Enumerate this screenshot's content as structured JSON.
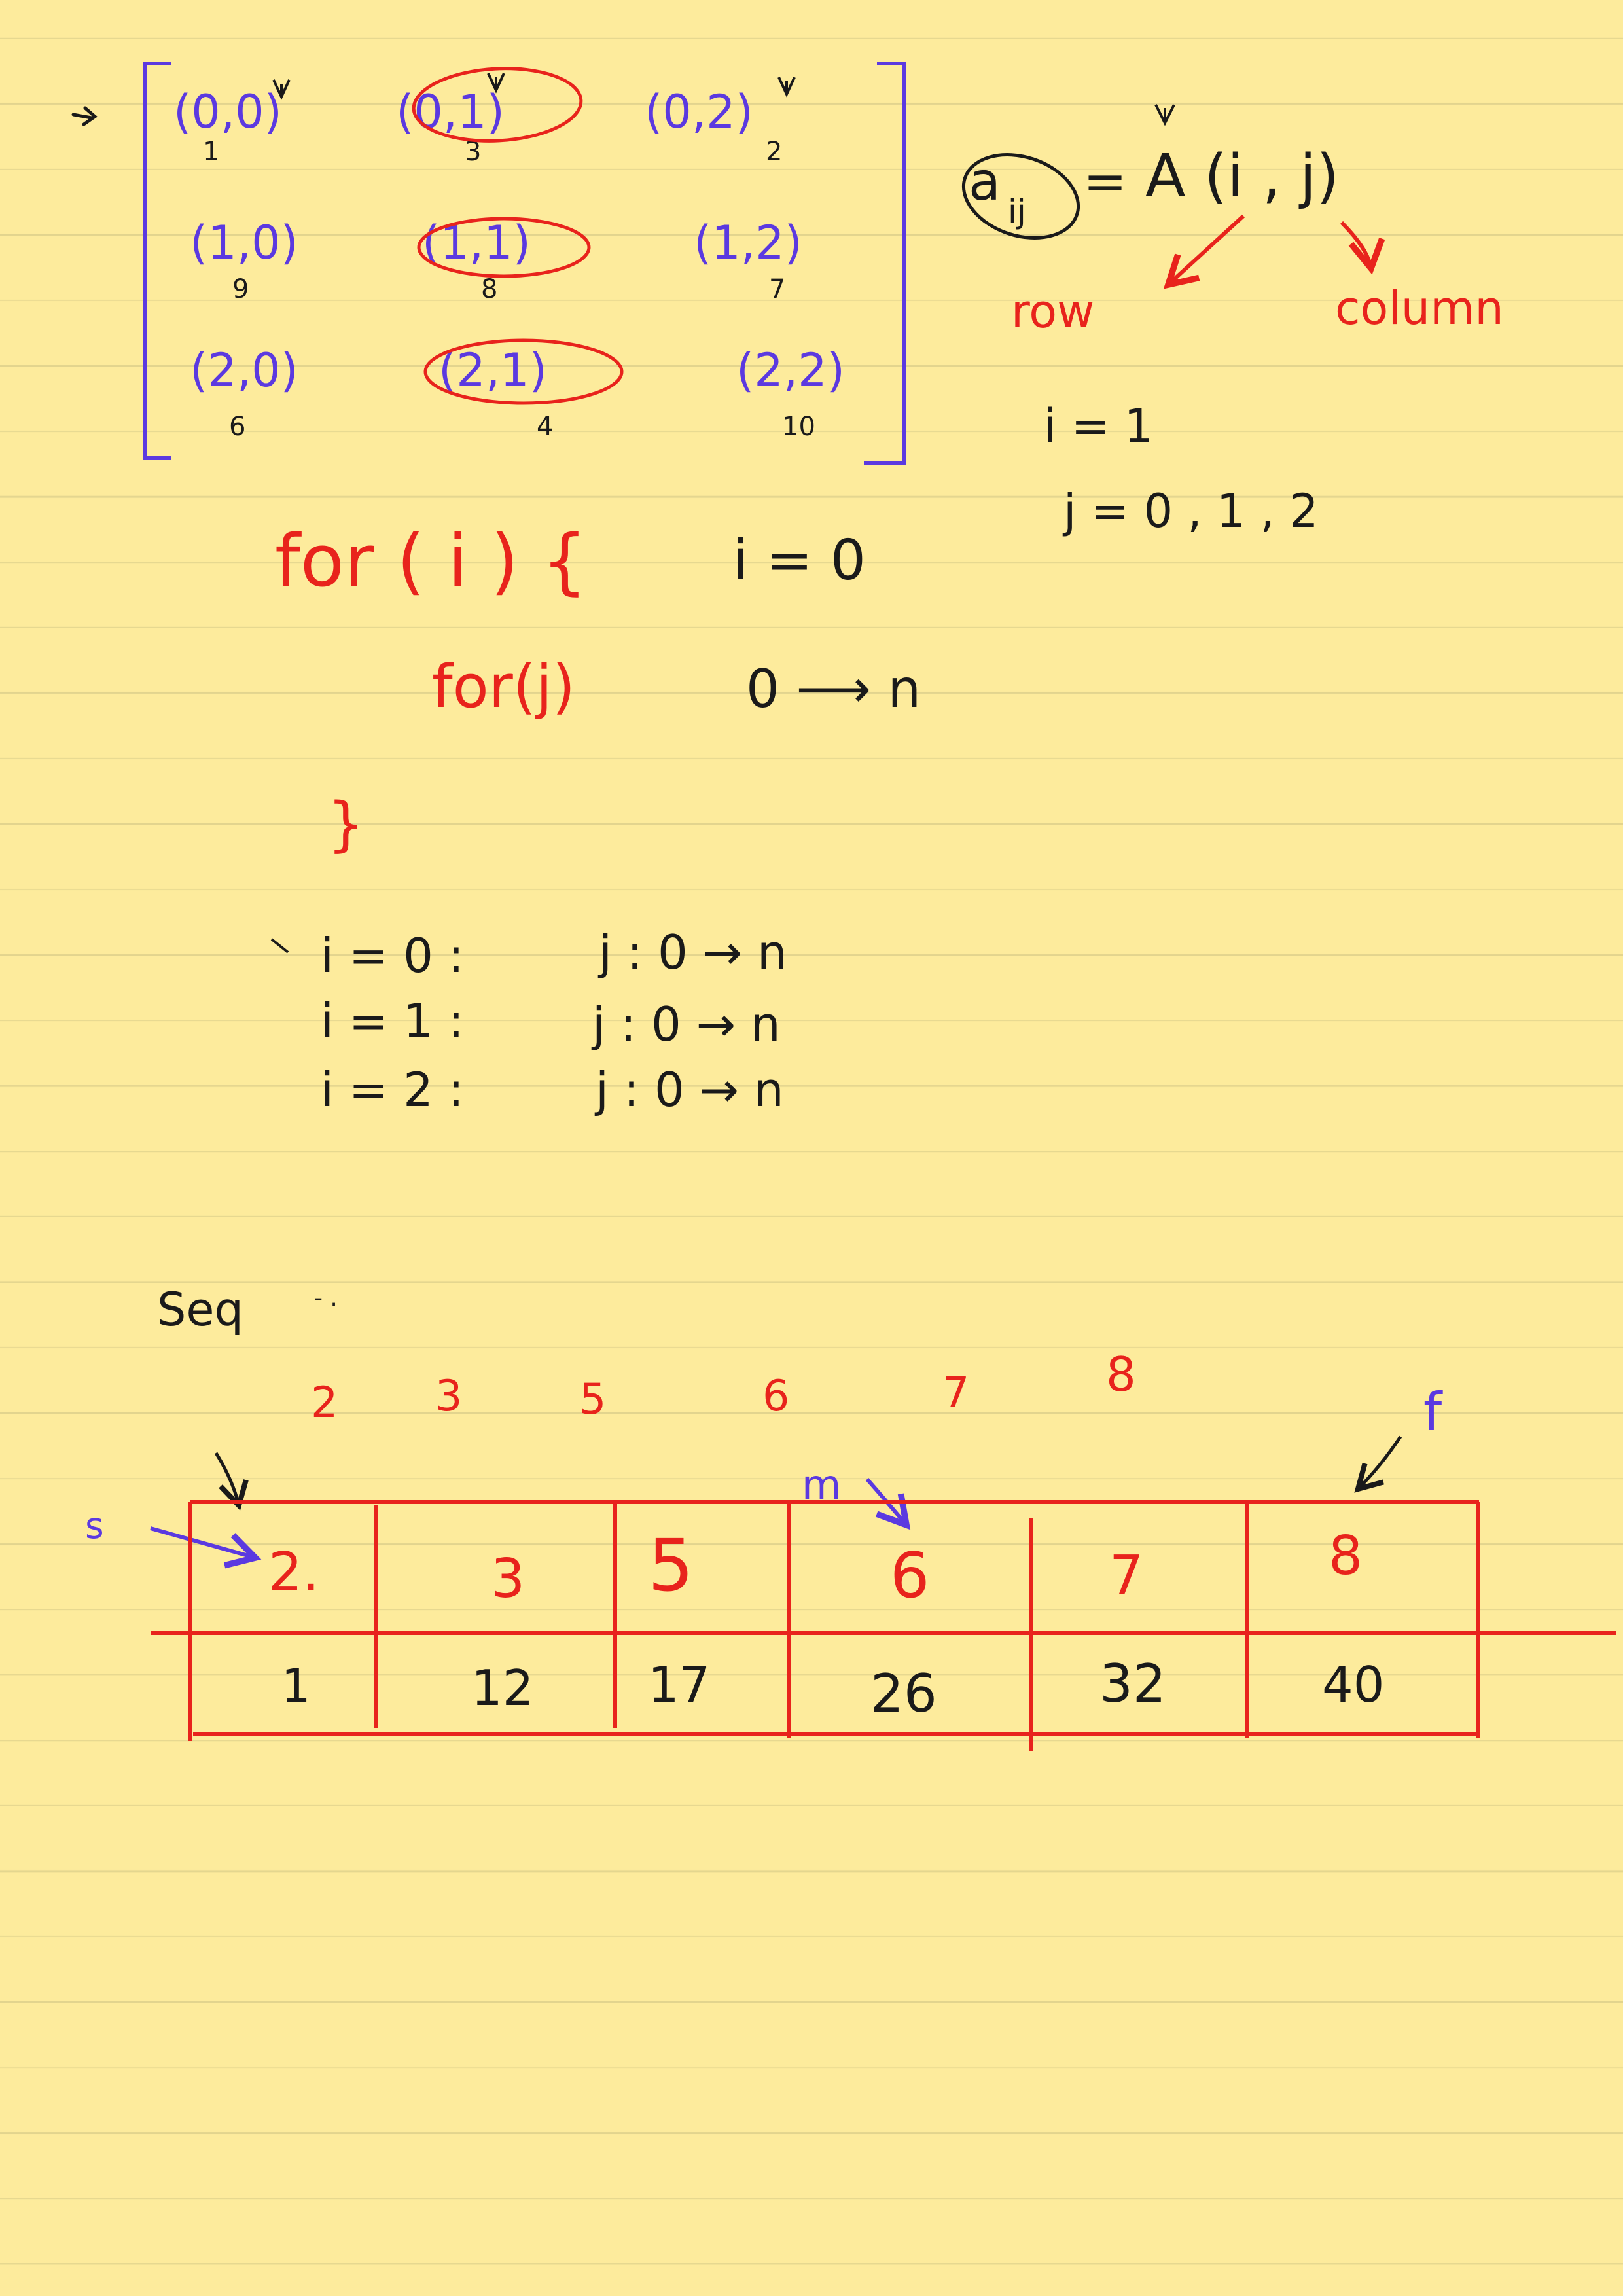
{
  "colors": {
    "paper": "#fdeb9c",
    "rule_line": "#e2d48e",
    "ink_blue": "#5b39e0",
    "ink_red": "#e8231c",
    "ink_black": "#1a1a1a"
  },
  "matrix": {
    "cells": [
      [
        "(0,0)",
        "(0,1)",
        "(0,2)"
      ],
      [
        "(1,0)",
        "(1,1)",
        "(1,2)"
      ],
      [
        "(2,0)",
        "(2,1)",
        "(2,2)"
      ]
    ],
    "values": [
      [
        "1",
        "3",
        "2"
      ],
      [
        "9",
        "8",
        "7"
      ],
      [
        "6",
        "4",
        "10"
      ]
    ]
  },
  "definition": {
    "element": "a",
    "subscript": "ij",
    "equals": "=",
    "rhs": "A (i , j)",
    "row_label": "row",
    "column_label": "column",
    "i_line": "i = 1",
    "j_line": "j = 0 , 1 , 2"
  },
  "loops": {
    "outer": "for ( i ) {",
    "outer_init": "i = 0",
    "inner": "for(j)",
    "inner_range": "0 ⟶ n",
    "close": "}",
    "trace": [
      {
        "lhs": "i = 0 :",
        "rhs": "j : 0 → n"
      },
      {
        "lhs": "i = 1 :",
        "rhs": "j : 0 → n"
      },
      {
        "lhs": "i = 2 :",
        "rhs": "j : 0 → n"
      }
    ]
  },
  "search": {
    "label": "Seq",
    "keys_above": [
      "2",
      "3",
      "5",
      "6",
      "7",
      "8"
    ],
    "start_label": "s",
    "mid_label": "m",
    "end_label": "f",
    "keys": [
      "2.",
      "3",
      "5",
      "6",
      "7",
      "8"
    ],
    "values": [
      "1",
      "12",
      "17",
      "26",
      "32",
      "40"
    ]
  }
}
